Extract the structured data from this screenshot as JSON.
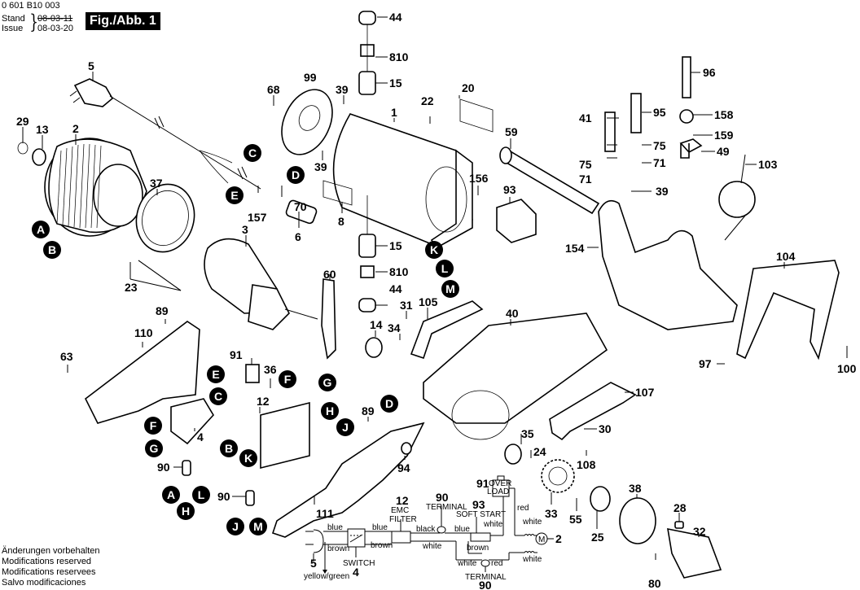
{
  "header": {
    "doc_number": "0 601 B10 003",
    "stand_label": "Stand",
    "issue_label": "Issue",
    "date_superseded": "08-03-11",
    "date_current": "08-03-20",
    "figure_label": "Fig./Abb. 1"
  },
  "footer": {
    "notes": [
      "Änderungen vorbehalten",
      "Modifications reserved",
      "Modifications reservees",
      "Salvo modificaciones"
    ]
  },
  "parts": {
    "p1": "1",
    "p2": "2",
    "p3": "3",
    "p4": "4",
    "p5": "5",
    "p6": "6",
    "p8": "8",
    "p13": "13",
    "p14": "14",
    "p15a": "15",
    "p15b": "15",
    "p20": "20",
    "p22": "22",
    "p23": "23",
    "p24": "24",
    "p25": "25",
    "p28": "28",
    "p29": "29",
    "p30": "30",
    "p31": "31",
    "p32": "32",
    "p33": "33",
    "p34": "34",
    "p35": "35",
    "p36": "36",
    "p37": "37",
    "p38": "38",
    "p39a": "39",
    "p39b": "39",
    "p39c": "39",
    "p40": "40",
    "p41": "41",
    "p44a": "44",
    "p44b": "44",
    "p49": "49",
    "p55": "55",
    "p59": "59",
    "p60": "60",
    "p63": "63",
    "p68": "68",
    "p70": "70",
    "p71a": "71",
    "p71b": "71",
    "p75a": "75",
    "p75b": "75",
    "p80": "80",
    "p89a": "89",
    "p89b": "89",
    "p90a": "90",
    "p90b": "90",
    "p91": "91",
    "p93": "93",
    "p94": "94",
    "p95": "95",
    "p96": "96",
    "p97": "97",
    "p99": "99",
    "p100": "100",
    "p103": "103",
    "p104": "104",
    "p105": "105",
    "p107": "107",
    "p108": "108",
    "p110": "110",
    "p111": "111",
    "p154": "154",
    "p156": "156",
    "p157": "157",
    "p158": "158",
    "p159": "159",
    "p810a": "810",
    "p810b": "810",
    "p12": "12"
  },
  "connectors": {
    "A1": "A",
    "B1": "B",
    "C1": "C",
    "D1": "D",
    "E1": "E",
    "K1": "K",
    "L1": "L",
    "M1": "M",
    "E2": "E",
    "C2": "C",
    "F1": "F",
    "G1": "G",
    "F2": "F",
    "G2": "G",
    "H1": "H",
    "J1": "J",
    "D2": "D",
    "B2": "B",
    "K2": "K",
    "A2": "A",
    "L2": "L",
    "H2": "H",
    "J2": "J",
    "M2": "M"
  },
  "wiring": {
    "plug_num": "5",
    "ground_label": "yellow/green",
    "switch_label": "SWITCH",
    "switch_num": "4",
    "emc_num": "12",
    "emc_label_1": "EMC",
    "emc_label_2": "FILTER",
    "terminal_top_num": "90",
    "terminal_top_label": "TERMINAL",
    "terminal_bottom_label": "TERMINAL",
    "terminal_bottom_num": "90",
    "overload_num": "91",
    "overload_label_1": "OVER",
    "overload_label_2": "LOAD",
    "softstart_num": "93",
    "softstart_label": "SOFT START",
    "motor_symbol": "M",
    "motor_num": "2",
    "wires": {
      "blue_1": "blue",
      "brown_1": "brown",
      "blue_2": "blue",
      "brown_2": "brown",
      "black": "black",
      "white_main": "white",
      "blue_3": "blue",
      "brown_3": "brown",
      "white_ss": "white",
      "red_ol": "red",
      "white_m1": "white",
      "white_m2": "white",
      "white_t": "white",
      "red_t": "red"
    }
  }
}
